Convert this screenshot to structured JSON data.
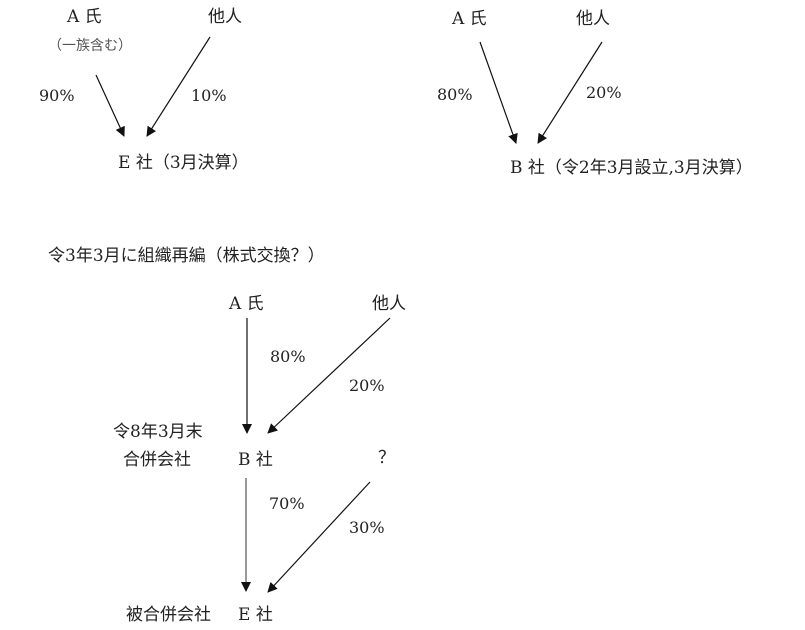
{
  "diagram1": {
    "shareholder_a": "A 氏",
    "shareholder_a_note": "（一族含む）",
    "shareholder_other": "他人",
    "pct_a": "90%",
    "pct_other": "10%",
    "company": "E 社（3月決算）"
  },
  "diagram2": {
    "shareholder_a": "A 氏",
    "shareholder_other": "他人",
    "pct_a": "80%",
    "pct_other": "20%",
    "company": "B 社（令2年3月設立,3月決算）"
  },
  "heading": "令3年3月に組織再編（株式交換？）",
  "diagram3": {
    "shareholder_a": "A 氏",
    "shareholder_other": "他人",
    "pct_a": "80%",
    "pct_other": "20%",
    "merger_date": "令8年3月末",
    "merger_role": "合併会社",
    "company_b": "B 社",
    "unknown_holder": "？",
    "pct_b": "70%",
    "pct_unknown": "30%",
    "merged_role": "被合併会社",
    "company_e": "E 社"
  }
}
